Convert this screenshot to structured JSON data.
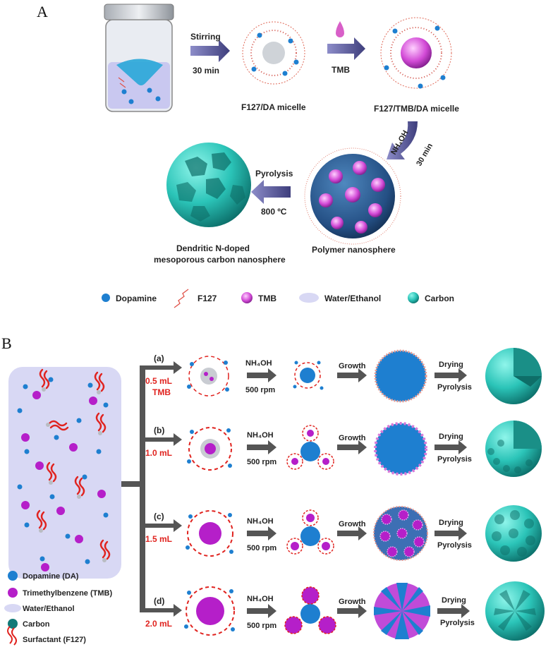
{
  "panel_a": {
    "label": "A",
    "step1_top": "Stirring",
    "step1_bottom": "30 min",
    "tmb_label": "TMB",
    "micelle1": "F127/DA micelle",
    "micelle2": "F127/TMB/DA micelle",
    "nh4oh": "NH₄OH",
    "nh4oh_time": "30 min",
    "pyrolysis": "Pyrolysis",
    "pyrolysis_temp": "800 ºC",
    "polymer": "Polymer nanosphere",
    "carbon_line1": "Dendritic N-doped",
    "carbon_line2": "mesoporous carbon nanosphere",
    "legend": [
      {
        "label": "Dopamine",
        "icon": "blue-dot-icon"
      },
      {
        "label": "F127",
        "icon": "chain-icon"
      },
      {
        "label": "TMB",
        "icon": "pink-sphere-icon"
      },
      {
        "label": "Water/Ethanol",
        "icon": "lavender-ellipse-icon"
      },
      {
        "label": "Carbon",
        "icon": "teal-sphere-icon"
      }
    ]
  },
  "panel_b": {
    "label": "B",
    "rows": [
      {
        "tag": "(a)",
        "amount": "0.5 mL",
        "amount2": "TMB",
        "reagent": "NH₄OH",
        "speed": "500 rpm",
        "growth": "Growth",
        "drying": "Drying",
        "pyrolysis": "Pyrolysis"
      },
      {
        "tag": "(b)",
        "amount": "1.0 mL",
        "amount2": "",
        "reagent": "NH₄OH",
        "speed": "500 rpm",
        "growth": "Growth",
        "drying": "Drying",
        "pyrolysis": "Pyrolysis"
      },
      {
        "tag": "(c)",
        "amount": "1.5 mL",
        "amount2": "",
        "reagent": "NH₄OH",
        "speed": "500 rpm",
        "growth": "Growth",
        "drying": "Drying",
        "pyrolysis": "Pyrolysis"
      },
      {
        "tag": "(d)",
        "amount": "2.0 mL",
        "amount2": "",
        "reagent": "NH₄OH",
        "speed": "500 rpm",
        "growth": "Growth",
        "drying": "Drying",
        "pyrolysis": "Pyrolysis"
      }
    ],
    "legend": [
      {
        "label": "Dopamine (DA)",
        "icon": "blue-dot-icon"
      },
      {
        "label": "Trimethylbenzene (TMB)",
        "icon": "purple-dot-icon"
      },
      {
        "label": "Water/Ethanol",
        "icon": "lavender-ellipse-icon"
      },
      {
        "label": "Carbon",
        "icon": "teal-dot-icon"
      },
      {
        "label": "Surfactant (F127)",
        "icon": "surfactant-icon"
      }
    ]
  },
  "colors": {
    "arrow": "#55558f",
    "teal": "#1fb8ad",
    "blue": "#1e7fd0",
    "magenta": "#c14bd8",
    "red": "#e0231f",
    "lavender": "#d8d8f4"
  }
}
